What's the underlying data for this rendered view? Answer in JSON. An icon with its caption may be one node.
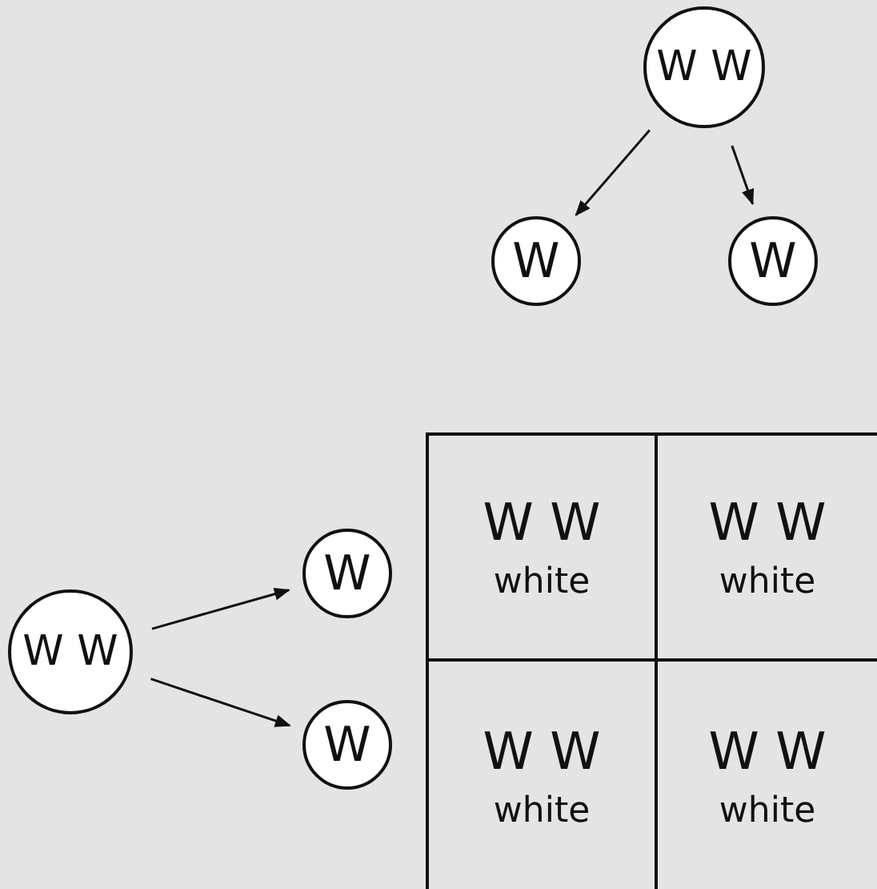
{
  "diagram": {
    "nodes": [
      {
        "text": [
          "W W"
        ]
      },
      {
        "text": [
          "W"
        ]
      },
      {
        "text": [
          "W"
        ]
      },
      {
        "text": [
          "W W"
        ]
      },
      {
        "text": [
          "W"
        ]
      },
      {
        "text": [
          "W"
        ]
      },
      {
        "text": [
          "W W",
          "white"
        ]
      },
      {
        "text": [
          "W W",
          "white"
        ]
      },
      {
        "text": [
          "W W",
          "white"
        ]
      },
      {
        "text": [
          "W W",
          "white"
        ]
      }
    ],
    "edges": [
      {
        "from": 0,
        "to": 1,
        "arrow": "to"
      },
      {
        "from": 0,
        "to": 2,
        "arrow": "to"
      },
      {
        "from": 3,
        "to": 4,
        "arrow": "to"
      },
      {
        "from": 3,
        "to": 5,
        "arrow": "to"
      }
    ]
  }
}
